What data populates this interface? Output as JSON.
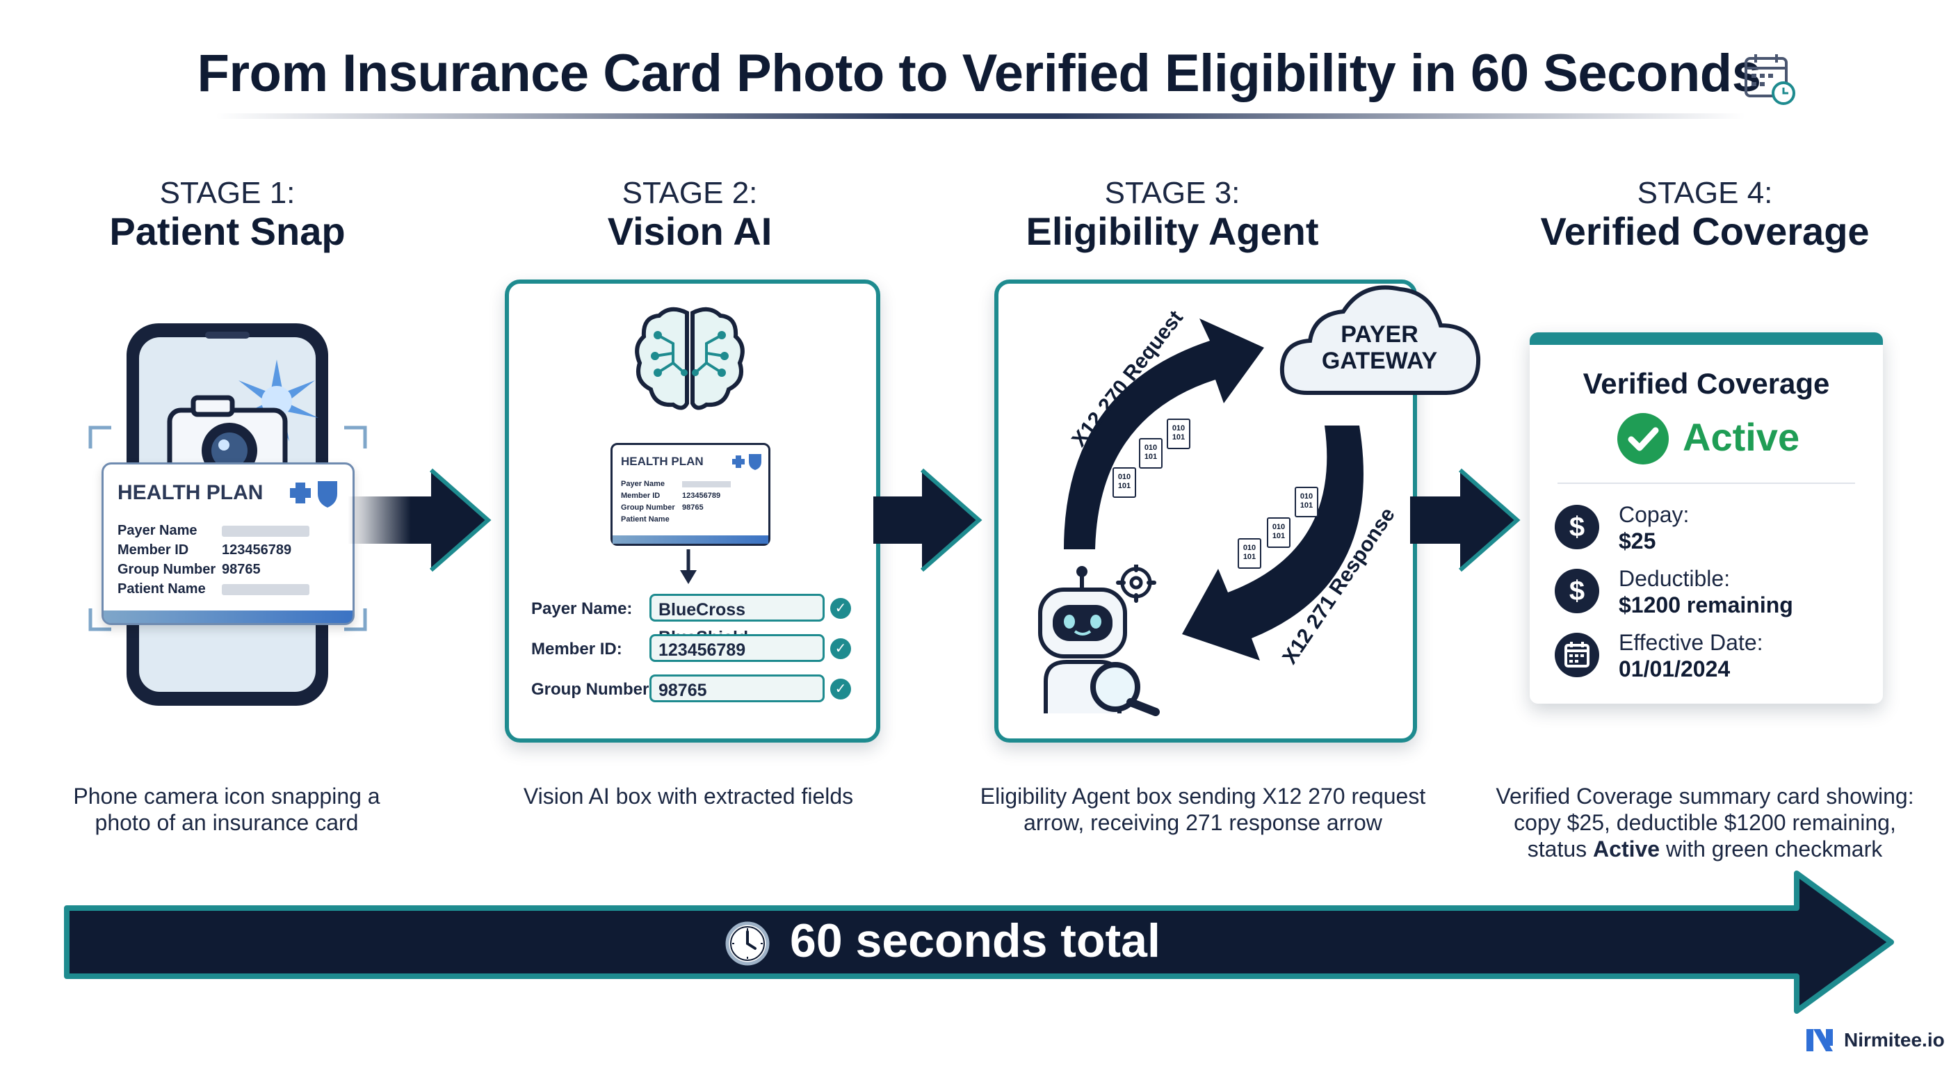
{
  "title": "From Insurance Card Photo to Verified Eligibility in 60 Seconds",
  "stages": [
    {
      "num": "STAGE 1:",
      "name": "Patient Snap",
      "caption_line1": "Phone camera icon snapping a",
      "caption_line2": "photo of an insurance card"
    },
    {
      "num": "STAGE 2:",
      "name": "Vision AI",
      "caption_line1": "Vision AI box with extracted fields"
    },
    {
      "num": "STAGE 3:",
      "name": "Eligibility Agent",
      "caption_line1": "Eligibility Agent box sending X12 270 request",
      "caption_line2": "arrow, receiving 271 response arrow"
    },
    {
      "num": "STAGE 4:",
      "name": "Verified Coverage",
      "caption_line1": "Verified Coverage summary card showing:",
      "caption_line2": "copy $25, deductible $1200 remaining,",
      "caption_line3_pre": "status ",
      "caption_line3_bold": "Active",
      "caption_line3_post": " with green checkmark"
    }
  ],
  "phone_card": {
    "header": "HEALTH PLAN",
    "rows": [
      {
        "label": "Payer Name",
        "value": ""
      },
      {
        "label": "Member ID",
        "value": "123456789"
      },
      {
        "label": "Group Number",
        "value": "98765"
      },
      {
        "label": "Patient Name",
        "value": ""
      }
    ]
  },
  "vision_card": {
    "header": "HEALTH PLAN",
    "rows": [
      {
        "label": "Payer Name",
        "value": ""
      },
      {
        "label": "Member ID",
        "value": "123456789"
      },
      {
        "label": "Group Number",
        "value": "98765"
      },
      {
        "label": "Patient Name",
        "value": ""
      }
    ]
  },
  "extracted_fields": [
    {
      "label": "Payer Name:",
      "value": "BlueCross BlueShield"
    },
    {
      "label": "Member ID:",
      "value": "123456789"
    },
    {
      "label": "Group Number:",
      "value": "98765"
    }
  ],
  "agent": {
    "gateway_line1": "PAYER",
    "gateway_line2": "GATEWAY",
    "request_label": "X12 270 Request",
    "response_label": "X12 271 Response",
    "binary_top": "010",
    "binary_bottom": "101"
  },
  "coverage": {
    "title": "Verified Coverage",
    "status": "Active",
    "items": [
      {
        "icon": "$",
        "label": "Copay:",
        "value": "$25"
      },
      {
        "icon": "$",
        "label": "Deductible:",
        "value": "$1200 remaining"
      },
      {
        "icon": "calendar",
        "label": "Effective Date:",
        "value": "01/01/2024"
      }
    ]
  },
  "timeline": {
    "label": "60 seconds total"
  },
  "brand": {
    "name": "Nirmitee.io"
  },
  "colors": {
    "navy": "#0f1b33",
    "teal": "#1e8b8f",
    "green": "#1f9d55"
  }
}
